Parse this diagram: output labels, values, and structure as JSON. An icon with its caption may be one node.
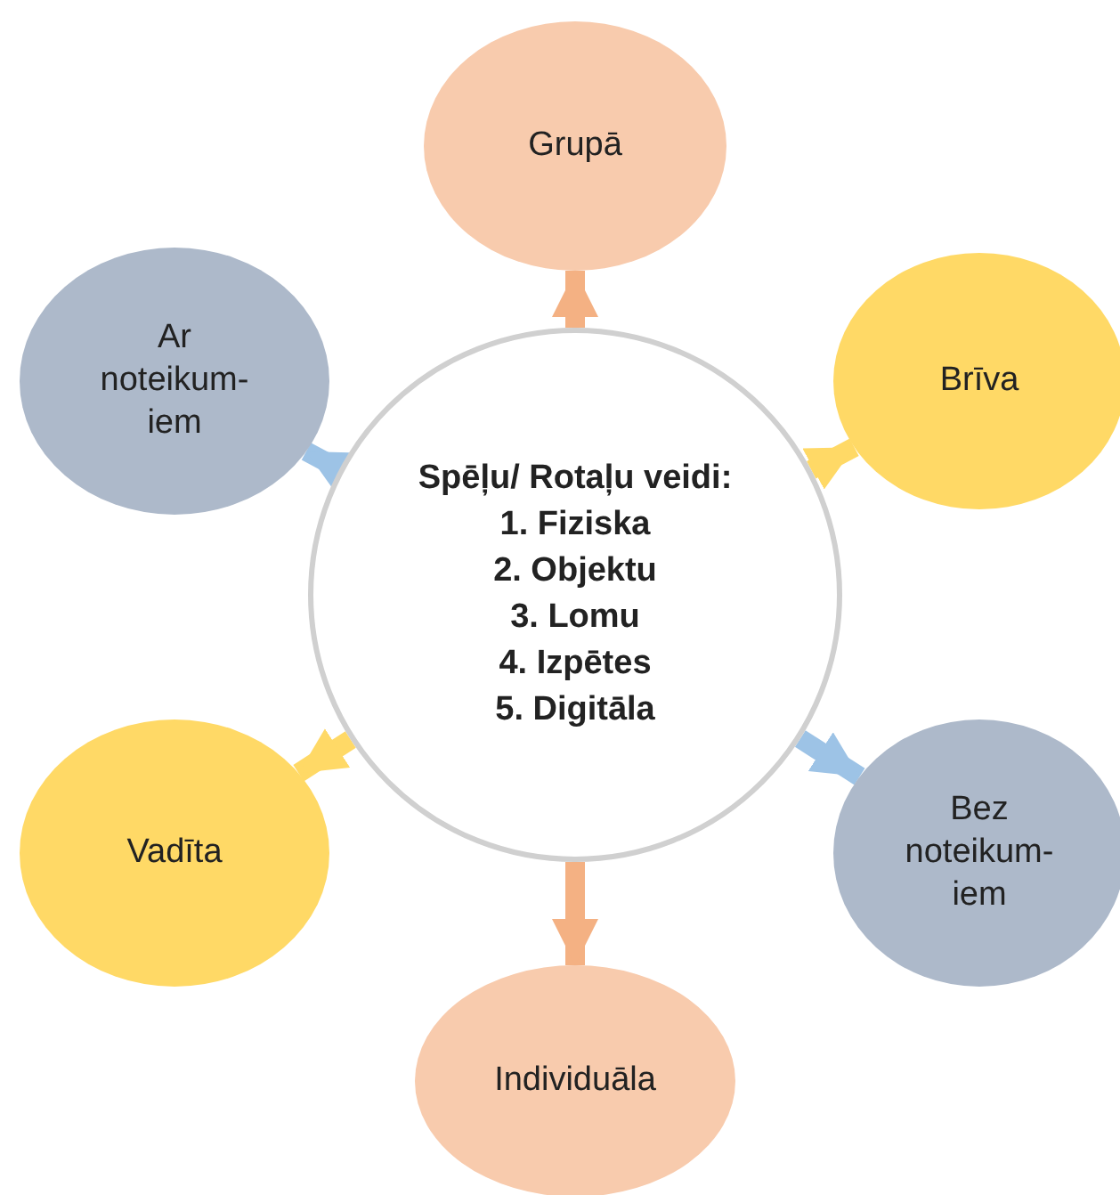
{
  "diagram": {
    "nodes": [
      {
        "text": [
          "Grupā"
        ]
      },
      {
        "text": [
          "Ar noteikum- iem"
        ]
      },
      {
        "text": [
          "Brīva"
        ]
      },
      {
        "text": [
          "Spēļu/ Rotaļu veidi:",
          "1. Fiziska",
          "2. Objektu",
          "3. Lomu",
          "4. Izpētes",
          "5. Digitāla"
        ]
      },
      {
        "text": [
          "Vadīta"
        ]
      },
      {
        "text": [
          "Bez noteikum- iem"
        ]
      },
      {
        "text": [
          "Individuāla"
        ]
      }
    ],
    "edges": [
      {
        "from": 3,
        "to": 0,
        "arrow": "to",
        "color": "#f4b183"
      },
      {
        "from": 3,
        "to": 1,
        "arrow": "to",
        "color": "#9dc3e6"
      },
      {
        "from": 3,
        "to": 2,
        "arrow": "to",
        "color": "#ffd966"
      },
      {
        "from": 3,
        "to": 4,
        "arrow": "to",
        "color": "#ffd966"
      },
      {
        "from": 3,
        "to": 5,
        "arrow": "to",
        "color": "#9dc3e6"
      },
      {
        "from": 3,
        "to": 6,
        "arrow": "to",
        "color": "#f4b183"
      }
    ]
  }
}
